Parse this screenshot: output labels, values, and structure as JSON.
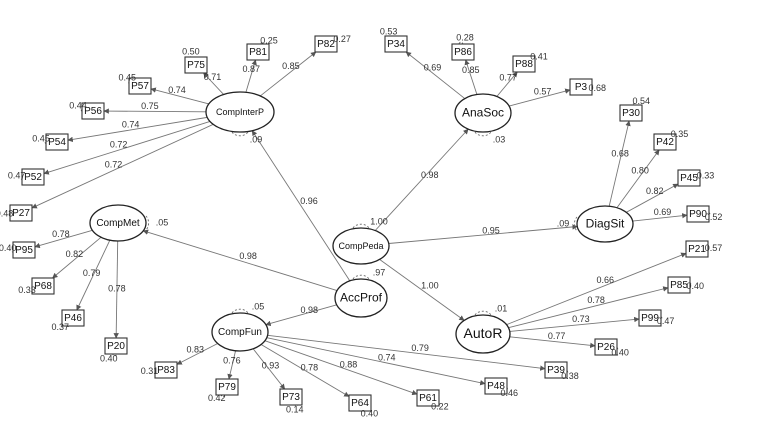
{
  "latents": [
    {
      "id": "CompInterP",
      "label": "CompInterP"
    },
    {
      "id": "AnaSoc",
      "label": "AnaSoc"
    },
    {
      "id": "CompMet",
      "label": "CompMet"
    },
    {
      "id": "CompPeda",
      "label": "CompPeda"
    },
    {
      "id": "DiagSit",
      "label": "DiagSit"
    },
    {
      "id": "AccProf",
      "label": "AccProf"
    },
    {
      "id": "CompFun",
      "label": "CompFun"
    },
    {
      "id": "AutoR",
      "label": "AutoR"
    }
  ],
  "latent_variances": [
    {
      "latent": "CompInterP",
      "value": ".09"
    },
    {
      "latent": "AnaSoc",
      "value": ".03"
    },
    {
      "latent": "CompMet",
      "value": ".05"
    },
    {
      "latent": "CompPeda",
      "value": "1.00"
    },
    {
      "latent": "DiagSit",
      "value": ".09"
    },
    {
      "latent": "AccProf",
      "value": ".97"
    },
    {
      "latent": "CompFun",
      "value": ".05"
    },
    {
      "latent": "AutoR",
      "value": ".01"
    }
  ],
  "structural_paths": [
    {
      "from": "AccProf",
      "to": "CompInterP",
      "value": "0.96"
    },
    {
      "from": "AccProf",
      "to": "CompMet",
      "value": "0.98"
    },
    {
      "from": "AccProf",
      "to": "CompFun",
      "value": "0.98"
    },
    {
      "from": "CompPeda",
      "to": "AnaSoc",
      "value": "0.98"
    },
    {
      "from": "CompPeda",
      "to": "DiagSit",
      "value": "0.95"
    },
    {
      "from": "CompPeda",
      "to": "AutoR",
      "value": "1.00"
    }
  ],
  "indicators": [
    {
      "name": "P81",
      "latent": "CompInterP",
      "loading": "0.87",
      "error": "0.25"
    },
    {
      "name": "P82",
      "latent": "CompInterP",
      "loading": "0.85",
      "error": "0.27"
    },
    {
      "name": "P75",
      "latent": "CompInterP",
      "loading": "0.71",
      "error": "0.50"
    },
    {
      "name": "P57",
      "latent": "CompInterP",
      "loading": "0.74",
      "error": "0.45"
    },
    {
      "name": "P56",
      "latent": "CompInterP",
      "loading": "0.75",
      "error": "0.44"
    },
    {
      "name": "P54",
      "latent": "CompInterP",
      "loading": "0.74",
      "error": "0.45"
    },
    {
      "name": "P52",
      "latent": "CompInterP",
      "loading": "0.72",
      "error": "0.47"
    },
    {
      "name": "P27",
      "latent": "CompInterP",
      "loading": "0.72",
      "error": "0.48"
    },
    {
      "name": "P34",
      "latent": "AnaSoc",
      "loading": "0.69",
      "error": "0.53"
    },
    {
      "name": "P86",
      "latent": "AnaSoc",
      "loading": "0.85",
      "error": "0.28"
    },
    {
      "name": "P88",
      "latent": "AnaSoc",
      "loading": "0.77",
      "error": "0.41"
    },
    {
      "name": "P3",
      "latent": "AnaSoc",
      "loading": "0.57",
      "error": "0.68"
    },
    {
      "name": "P30",
      "latent": "DiagSit",
      "loading": "0.68",
      "error": "0.54"
    },
    {
      "name": "P42",
      "latent": "DiagSit",
      "loading": "0.80",
      "error": "0.35"
    },
    {
      "name": "P45",
      "latent": "DiagSit",
      "loading": "0.82",
      "error": "0.33"
    },
    {
      "name": "P90",
      "latent": "DiagSit",
      "loading": "0.69",
      "error": "0.52"
    },
    {
      "name": "P95",
      "latent": "CompMet",
      "loading": "0.78",
      "error": "0.40"
    },
    {
      "name": "P68",
      "latent": "CompMet",
      "loading": "0.82",
      "error": "0.33"
    },
    {
      "name": "P46",
      "latent": "CompMet",
      "loading": "0.79",
      "error": "0.37"
    },
    {
      "name": "P20",
      "latent": "CompMet",
      "loading": "0.78",
      "error": "0.40"
    },
    {
      "name": "P21",
      "latent": "AutoR",
      "loading": "0.66",
      "error": "0.57"
    },
    {
      "name": "P85",
      "latent": "AutoR",
      "loading": "0.78",
      "error": "0.40"
    },
    {
      "name": "P99",
      "latent": "AutoR",
      "loading": "0.73",
      "error": "0.47"
    },
    {
      "name": "P26",
      "latent": "AutoR",
      "loading": "0.77",
      "error": "0.40"
    },
    {
      "name": "P83",
      "latent": "CompFun",
      "loading": "0.83",
      "error": "0.31"
    },
    {
      "name": "P79",
      "latent": "CompFun",
      "loading": "0.76",
      "error": "0.42"
    },
    {
      "name": "P73",
      "latent": "CompFun",
      "loading": "0.93",
      "error": "0.14"
    },
    {
      "name": "P64",
      "latent": "CompFun",
      "loading": "0.78",
      "error": "0.40"
    },
    {
      "name": "P61",
      "latent": "CompFun",
      "loading": "0.88",
      "error": "0.22"
    },
    {
      "name": "P48",
      "latent": "CompFun",
      "loading": "0.74",
      "error": "0.46"
    },
    {
      "name": "P39",
      "latent": "CompFun",
      "loading": "0.79",
      "error": "0.38"
    }
  ]
}
